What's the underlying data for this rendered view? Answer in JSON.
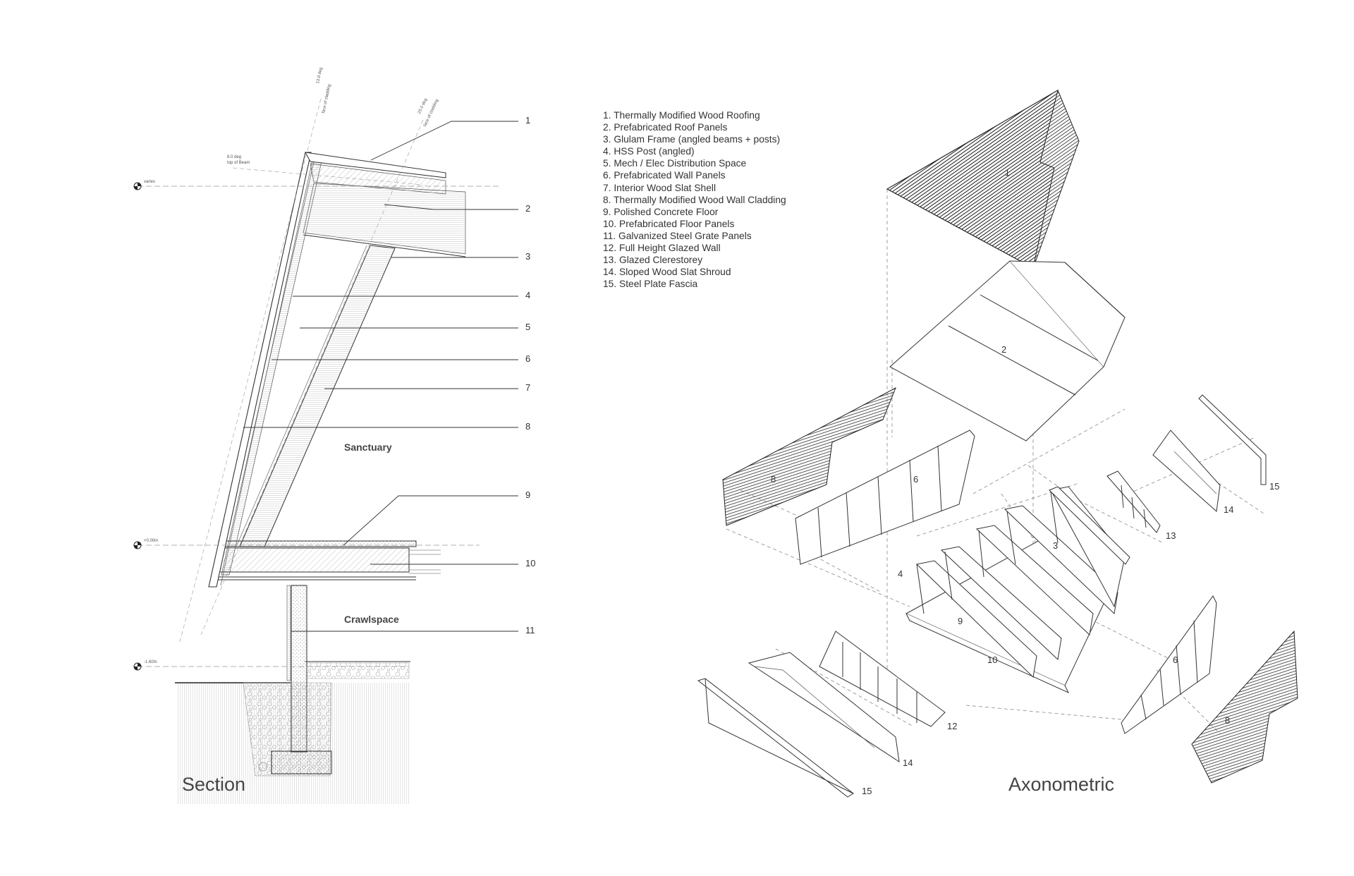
{
  "section": {
    "title": "Section",
    "rooms": {
      "sanctuary": "Sanctuary",
      "crawlspace": "Crawlspace"
    },
    "levels": {
      "top": "varies",
      "floor": "+0.00m",
      "ground": "-1.60m"
    },
    "angles": {
      "a1": "13.0 deg",
      "a1b": "face of cladding",
      "a2": "25.0 deg",
      "a2b": "face of cladding",
      "a3": "8.0 deg",
      "a3b": "top of Beam"
    },
    "callouts": [
      "1",
      "2",
      "3",
      "4",
      "5",
      "6",
      "7",
      "8",
      "9",
      "10",
      "11"
    ]
  },
  "axonometric": {
    "title": "Axonometric",
    "labels": {
      "roofing": "1",
      "roof_panels": "2",
      "frame": "3",
      "post": "4",
      "wall_panels_left": "6",
      "wall_panels_right": "6",
      "cladding_left": "8",
      "cladding_right": "8",
      "floor": "9",
      "floor_panels": "10",
      "glazed_wall": "12",
      "clerestorey": "13",
      "shroud_front": "14",
      "shroud_back": "14",
      "fascia_front": "15",
      "fascia_back": "15"
    }
  },
  "legend": [
    "1. Thermally Modified Wood Roofing",
    "2. Prefabricated Roof Panels",
    "3. Glulam Frame (angled beams + posts)",
    "4. HSS Post (angled)",
    "5. Mech / Elec Distribution Space",
    "6. Prefabricated Wall Panels",
    "7. Interior Wood Slat Shell",
    "8. Thermally Modified Wood Wall Cladding",
    "9. Polished Concrete Floor",
    "10. Prefabricated Floor Panels",
    "11. Galvanized Steel Grate Panels",
    "12. Full Height Glazed Wall",
    "13. Glazed Clerestorey",
    "14. Sloped Wood Slat Shroud",
    "15. Steel Plate Fascia"
  ]
}
